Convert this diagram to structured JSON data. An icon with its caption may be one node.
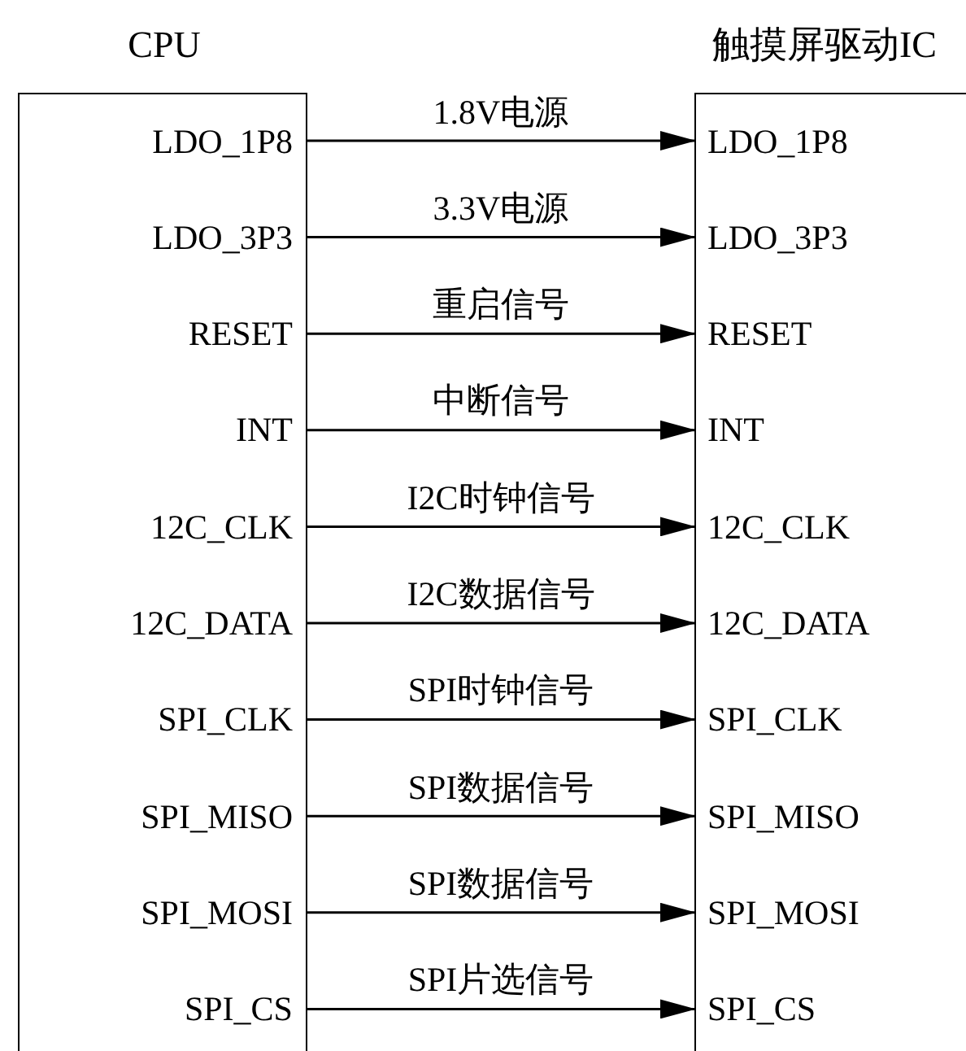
{
  "diagram": {
    "nodes": [
      {
        "text": [
          "CPU"
        ]
      },
      {
        "text": [
          "触摸屏驱动IC"
        ]
      },
      {
        "text": [
          "LDO_1P8"
        ],
        "in": 0
      },
      {
        "text": [
          "LDO_3P3"
        ],
        "in": 0
      },
      {
        "text": [
          "RESET"
        ],
        "in": 0
      },
      {
        "text": [
          "INT"
        ],
        "in": 0
      },
      {
        "text": [
          "12C_CLK"
        ],
        "in": 0
      },
      {
        "text": [
          "12C_DATA"
        ],
        "in": 0
      },
      {
        "text": [
          "SPI_CLK"
        ],
        "in": 0
      },
      {
        "text": [
          "SPI_MISO"
        ],
        "in": 0
      },
      {
        "text": [
          "SPI_MOSI"
        ],
        "in": 0
      },
      {
        "text": [
          "SPI_CS"
        ],
        "in": 0
      },
      {
        "text": [
          "LDO_1P8"
        ],
        "in": 1
      },
      {
        "text": [
          "LDO_3P3"
        ],
        "in": 1
      },
      {
        "text": [
          "RESET"
        ],
        "in": 1
      },
      {
        "text": [
          "INT"
        ],
        "in": 1
      },
      {
        "text": [
          "12C_CLK"
        ],
        "in": 1
      },
      {
        "text": [
          "12C_DATA"
        ],
        "in": 1
      },
      {
        "text": [
          "SPI_CLK"
        ],
        "in": 1
      },
      {
        "text": [
          "SPI_MISO"
        ],
        "in": 1
      },
      {
        "text": [
          "SPI_MOSI"
        ],
        "in": 1
      },
      {
        "text": [
          "SPI_CS"
        ],
        "in": 1
      }
    ],
    "edges": [
      {
        "from": 2,
        "to": 12,
        "arrow": "to",
        "label": "1.8V电源"
      },
      {
        "from": 3,
        "to": 13,
        "arrow": "to",
        "label": "3.3V电源"
      },
      {
        "from": 4,
        "to": 14,
        "arrow": "to",
        "label": "重启信号"
      },
      {
        "from": 5,
        "to": 15,
        "arrow": "to",
        "label": "中断信号"
      },
      {
        "from": 6,
        "to": 16,
        "arrow": "to",
        "label": "I2C时钟信号"
      },
      {
        "from": 7,
        "to": 17,
        "arrow": "to",
        "label": "I2C数据信号"
      },
      {
        "from": 8,
        "to": 18,
        "arrow": "to",
        "label": "SPI时钟信号"
      },
      {
        "from": 9,
        "to": 19,
        "arrow": "to",
        "label": "SPI数据信号"
      },
      {
        "from": 10,
        "to": 20,
        "arrow": "to",
        "label": "SPI数据信号"
      },
      {
        "from": 11,
        "to": 21,
        "arrow": "to",
        "label": "SPI片选信号"
      }
    ]
  }
}
